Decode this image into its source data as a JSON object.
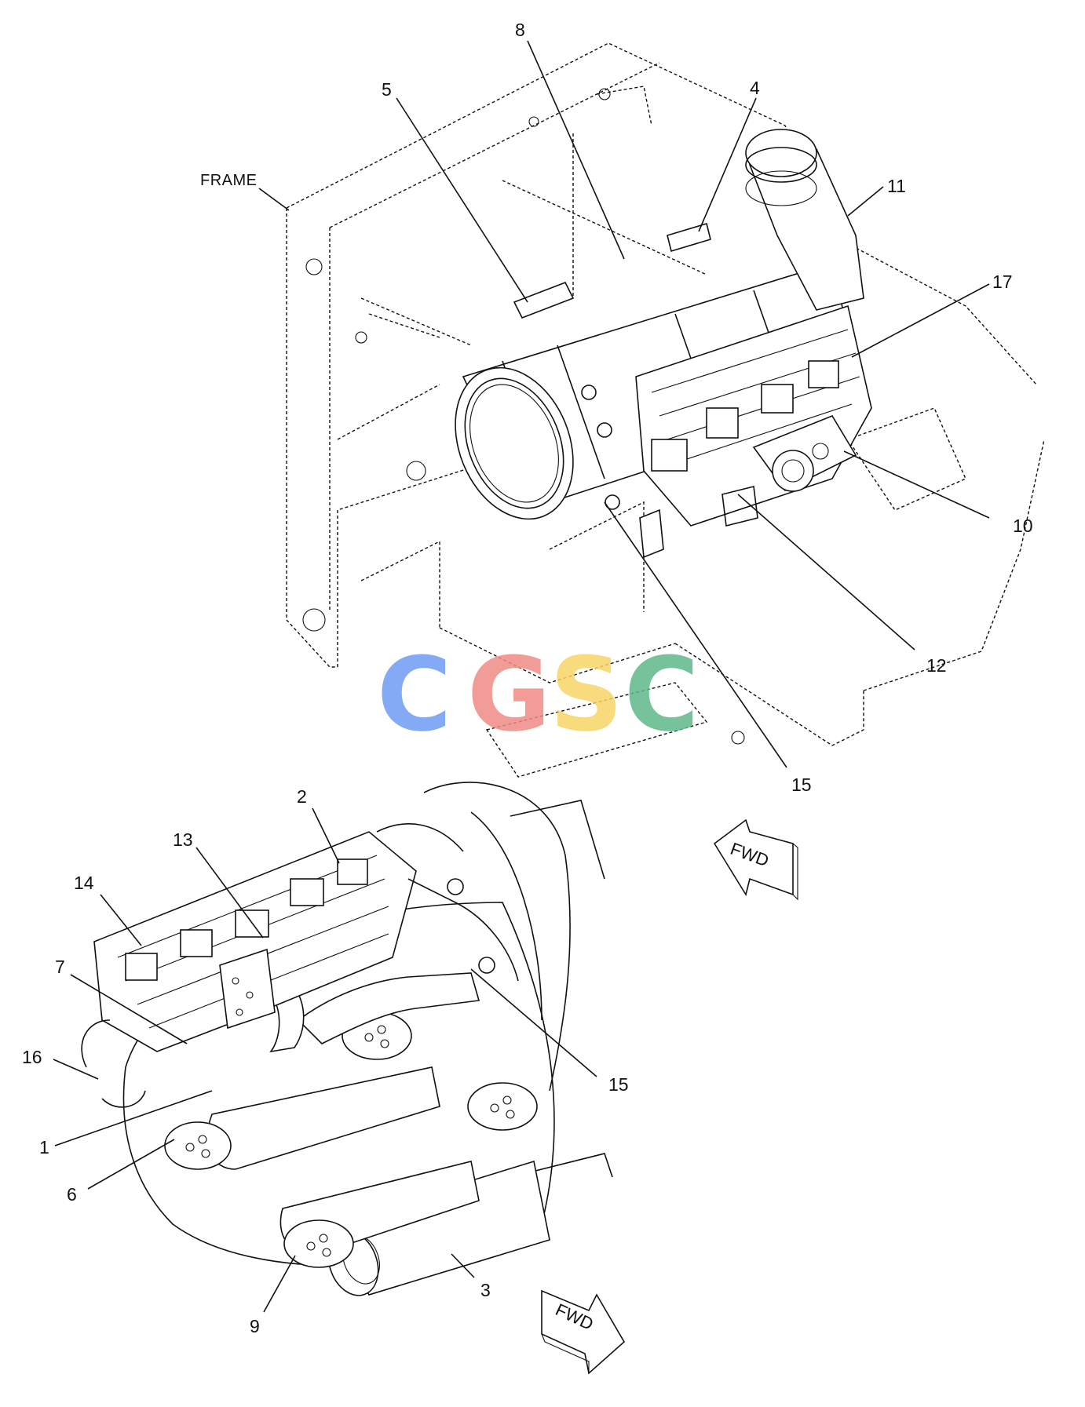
{
  "diagram": {
    "frame_label": "FRAME",
    "fwd_label": "FWD",
    "callouts_upper": [
      "8",
      "5",
      "4",
      "11",
      "17",
      "10",
      "12",
      "15"
    ],
    "callouts_lower": [
      "2",
      "13",
      "14",
      "7",
      "16",
      "1",
      "6",
      "15",
      "9",
      "3"
    ]
  },
  "watermark": {
    "letters": [
      "C",
      "G",
      "S",
      "C"
    ],
    "colors": [
      "#6f9cf5",
      "#f08b86",
      "#f6d566",
      "#5fb98a"
    ]
  }
}
